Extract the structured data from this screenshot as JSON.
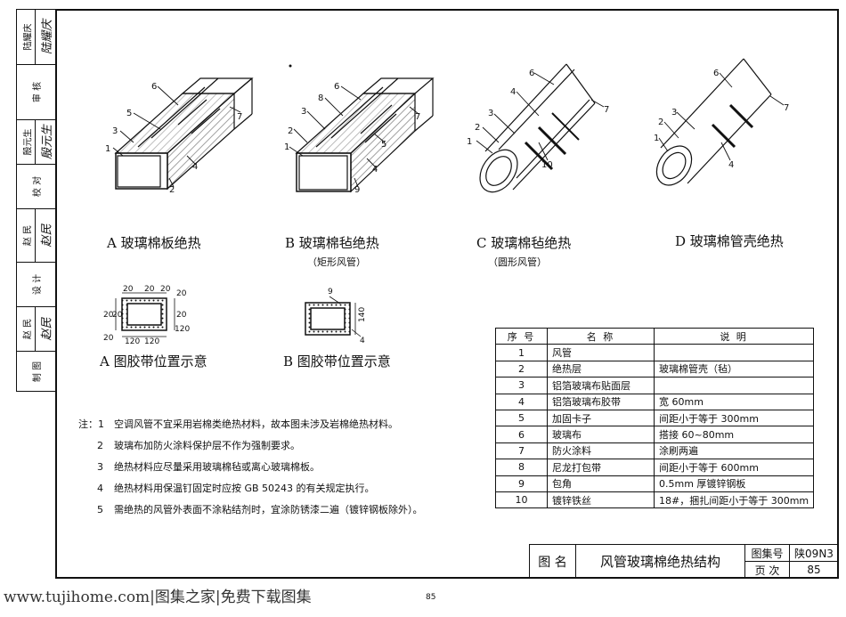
{
  "sidebar": {
    "rows": [
      {
        "label": "陆耀庆",
        "sig": "陆耀庆"
      },
      {
        "label": "审  核",
        "sig": ""
      },
      {
        "label": "殷元生",
        "sig": "殷元生"
      },
      {
        "label": "校  对",
        "sig": ""
      },
      {
        "label": "赵  民",
        "sig": "赵民"
      },
      {
        "label": "设  计",
        "sig": ""
      },
      {
        "label": "赵  民",
        "sig": "赵民"
      },
      {
        "label": "制  图",
        "sig": ""
      }
    ]
  },
  "figures": {
    "a": {
      "caption": "A  玻璃棉板绝热"
    },
    "b": {
      "caption": "B  玻璃棉毡绝热",
      "sub": "（矩形风管）"
    },
    "c": {
      "caption": "C  玻璃棉毡绝热",
      "sub": "（圆形风管）"
    },
    "d": {
      "caption": "D  玻璃棉管壳绝热"
    },
    "tape_a": {
      "caption": "A  图胶带位置示意"
    },
    "tape_b": {
      "caption": "B  图胶带位置示意"
    }
  },
  "notes": {
    "prefix": "注：",
    "items": [
      "空调风管不宜采用岩棉类绝热材料，故本图未涉及岩棉绝热材料。",
      "玻璃布加防火涂料保护层不作为强制要求。",
      "绝热材料应尽量采用玻璃棉毡或离心玻璃棉板。",
      "绝热材料用保温钉固定时应按 GB 50243 的有关规定执行。",
      "需绝热的风管外表面不涂粘结剂时，宜涂防锈漆二遍（镀锌钢板除外）。"
    ]
  },
  "table": {
    "headers": [
      "序 号",
      "名  称",
      "说  明"
    ],
    "rows": [
      [
        "1",
        "风管",
        ""
      ],
      [
        "2",
        "绝热层",
        "玻璃棉管壳（毡）"
      ],
      [
        "3",
        "铝箔玻璃布贴面层",
        ""
      ],
      [
        "4",
        "铝箔玻璃布胶带",
        "宽 60mm"
      ],
      [
        "5",
        "加固卡子",
        "间距小于等于 300mm"
      ],
      [
        "6",
        "玻璃布",
        "搭接 60~80mm"
      ],
      [
        "7",
        "防火涂料",
        "涂刷两遍"
      ],
      [
        "8",
        "尼龙打包带",
        "间距小于等于 600mm"
      ],
      [
        "9",
        "包角",
        "0.5mm  厚镀锌钢板"
      ],
      [
        "10",
        "镀锌铁丝",
        "18#，捆扎间距小于等于 300mm"
      ]
    ]
  },
  "titleblock": {
    "label": "图  名",
    "title": "风管玻璃棉绝热结构",
    "atlas_label": "图集号",
    "atlas_no": "陕09N3",
    "page_label": "页  次",
    "page_no": "85"
  },
  "dims": {
    "a": [
      "20",
      "20",
      "20",
      "20",
      "20",
      "20",
      "20",
      "120",
      "120",
      "120",
      "20"
    ],
    "b": [
      "9",
      "4",
      "140"
    ]
  },
  "callouts": [
    "1",
    "2",
    "3",
    "4",
    "5",
    "6",
    "7",
    "8",
    "9",
    "10"
  ],
  "watermark": "www.tujihome.com|图集之家|免费下载图集",
  "footer_page": "85"
}
